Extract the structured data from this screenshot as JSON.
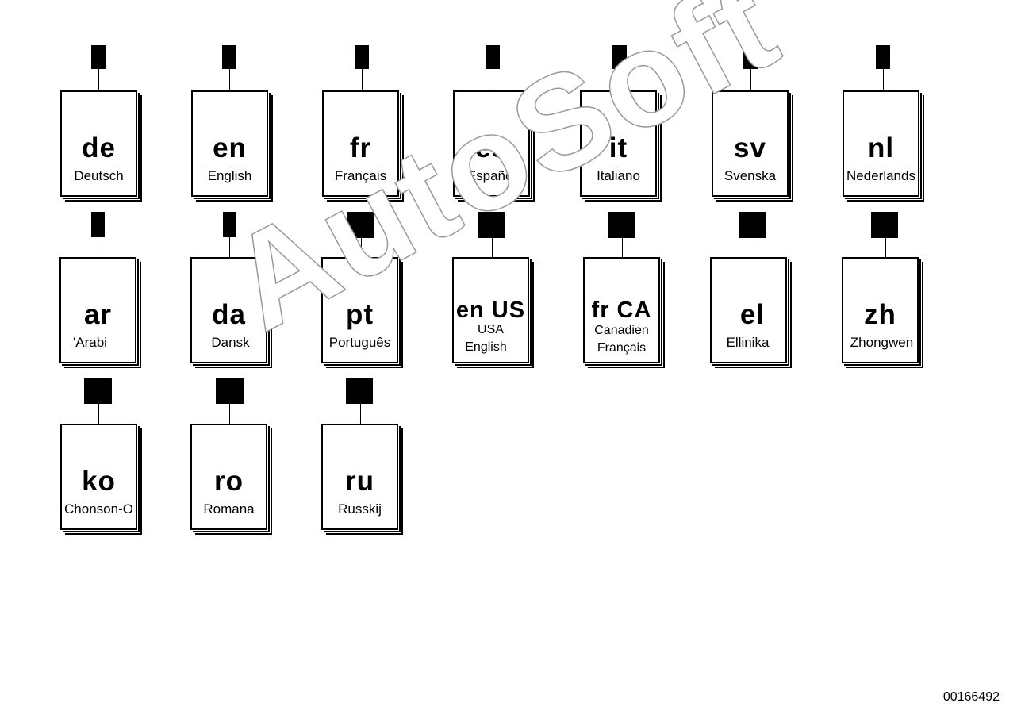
{
  "books": [
    {
      "code": "de",
      "name": "Deutsch"
    },
    {
      "code": "en",
      "name": "English"
    },
    {
      "code": "fr",
      "name": "Français"
    },
    {
      "code": "es",
      "name": "Español"
    },
    {
      "code": "it",
      "name": "Italiano"
    },
    {
      "code": "sv",
      "name": "Svenska"
    },
    {
      "code": "nl",
      "name": "Nederlands"
    },
    {
      "code": "ar",
      "name": "'Arabi"
    },
    {
      "code": "da",
      "name": "Dansk"
    },
    {
      "code": "pt",
      "name": "Português"
    },
    {
      "code": "en US",
      "name": "USA",
      "name2": "English"
    },
    {
      "code": "fr CA",
      "name": "Canadien",
      "name2": "Français"
    },
    {
      "code": "el",
      "name": "Ellinika"
    },
    {
      "code": "zh",
      "name": "Zhongwen"
    },
    {
      "code": "ko",
      "name": "Chonson-O"
    },
    {
      "code": "ro",
      "name": "Romana"
    },
    {
      "code": "ru",
      "name": "Russkij"
    }
  ],
  "watermark": "AutoSoft",
  "document_id": "00166492"
}
